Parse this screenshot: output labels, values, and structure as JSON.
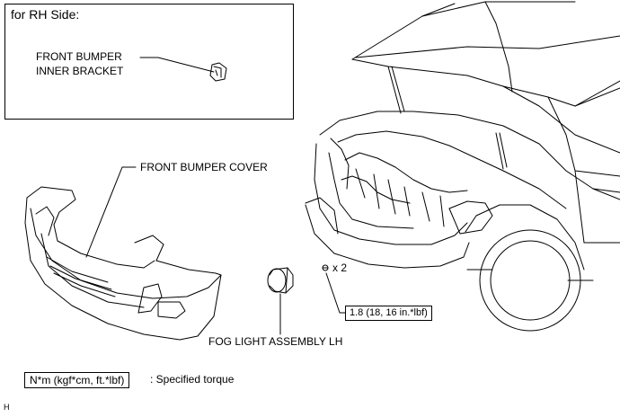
{
  "inset": {
    "title": "for RH Side:",
    "part_label_line1": "FRONT BUMPER",
    "part_label_line2": "INNER BRACKET"
  },
  "callouts": {
    "front_bumper_cover": "FRONT BUMPER COVER",
    "fog_light_assembly": "FOG LIGHT ASSEMBLY LH",
    "screw_qty": "x 2",
    "torque_value": "1.8 (18, 16 in.*lbf)"
  },
  "legend": {
    "unit_box": "N*m (kgf*cm, ft.*lbf)",
    "description": ": Specified torque"
  },
  "footer": {
    "code": "H"
  }
}
